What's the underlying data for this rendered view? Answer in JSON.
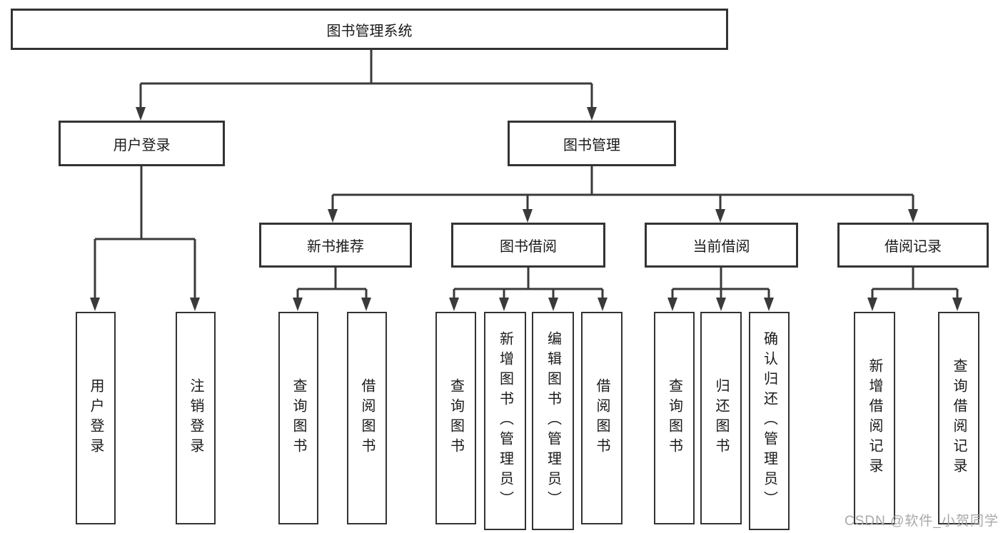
{
  "tree": {
    "root": "图书管理系统",
    "user_login": {
      "label": "用户登录",
      "children": {
        "login": "用户登录",
        "logout": "注销登录"
      }
    },
    "book_mgmt": {
      "label": "图书管理"
    },
    "new_book": {
      "label": "新书推荐",
      "children": {
        "query": "查询图书",
        "borrow": "借阅图书"
      }
    },
    "borrowing": {
      "label": "图书借阅",
      "children": {
        "query": "查询图书",
        "add": "新增图书（管理员）",
        "edit": "编辑图书（管理员）",
        "borrow": "借阅图书"
      }
    },
    "current": {
      "label": "当前借阅",
      "children": {
        "query": "查询图书",
        "return": "归还图书",
        "confirm": "确认归还（管理员）"
      }
    },
    "records": {
      "label": "借阅记录",
      "children": {
        "add": "新增借阅记录",
        "query": "查询借阅记录"
      }
    },
    "watermark": "CSDN @软件_小贺同学"
  },
  "colors": {
    "line": "#3A3A3A",
    "box_border": "#333333",
    "text": "#1A1A1A",
    "watermark": "#A8A8A8",
    "background": "#FFFFFF"
  }
}
